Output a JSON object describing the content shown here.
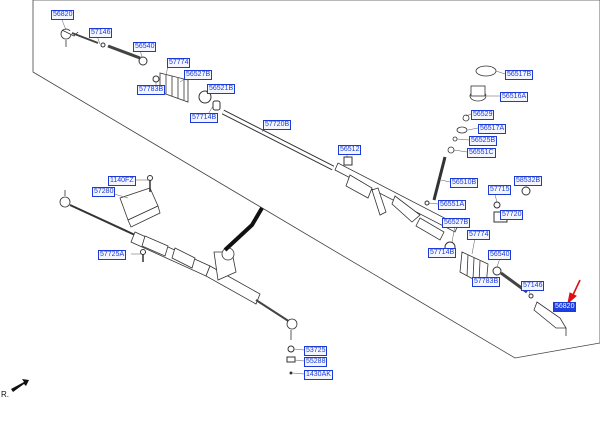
{
  "diagram": {
    "callouts": {
      "c56820": "56820",
      "c57146_top": "57146",
      "c56540_top": "56540",
      "c57774_top": "57774",
      "c56527B_top": "56527B",
      "c57783B_top": "57783B",
      "c56521B": "56521B",
      "c57714B_top": "57714B",
      "c57720B": "57720B",
      "c56512": "56512",
      "c56517B": "56517B",
      "c56516A": "56516A",
      "c56529": "56529",
      "c56517A": "56517A",
      "c56525B": "56525B",
      "c56551C": "56551C",
      "c56510B": "56510B",
      "c57715": "57715",
      "c58532B": "58532B",
      "c56551A": "56551A",
      "c57720": "57720",
      "c56527B_bot": "56527B",
      "c57774_bot": "57774",
      "c57714B_bot": "57714B",
      "c56540_bot": "56540",
      "c57783B_bot": "57783B",
      "c57146_bot": "57146",
      "c56820_sel": "56820",
      "c1140FZ": "1140FZ",
      "c57280": "57280",
      "c57725A": "57725A",
      "c53725": "53725",
      "c55288": "55288",
      "c1430AK": "1430AK"
    },
    "front_label": "R.",
    "highlight_color": "#1f3fe0",
    "arrow_color": "#e01010"
  }
}
